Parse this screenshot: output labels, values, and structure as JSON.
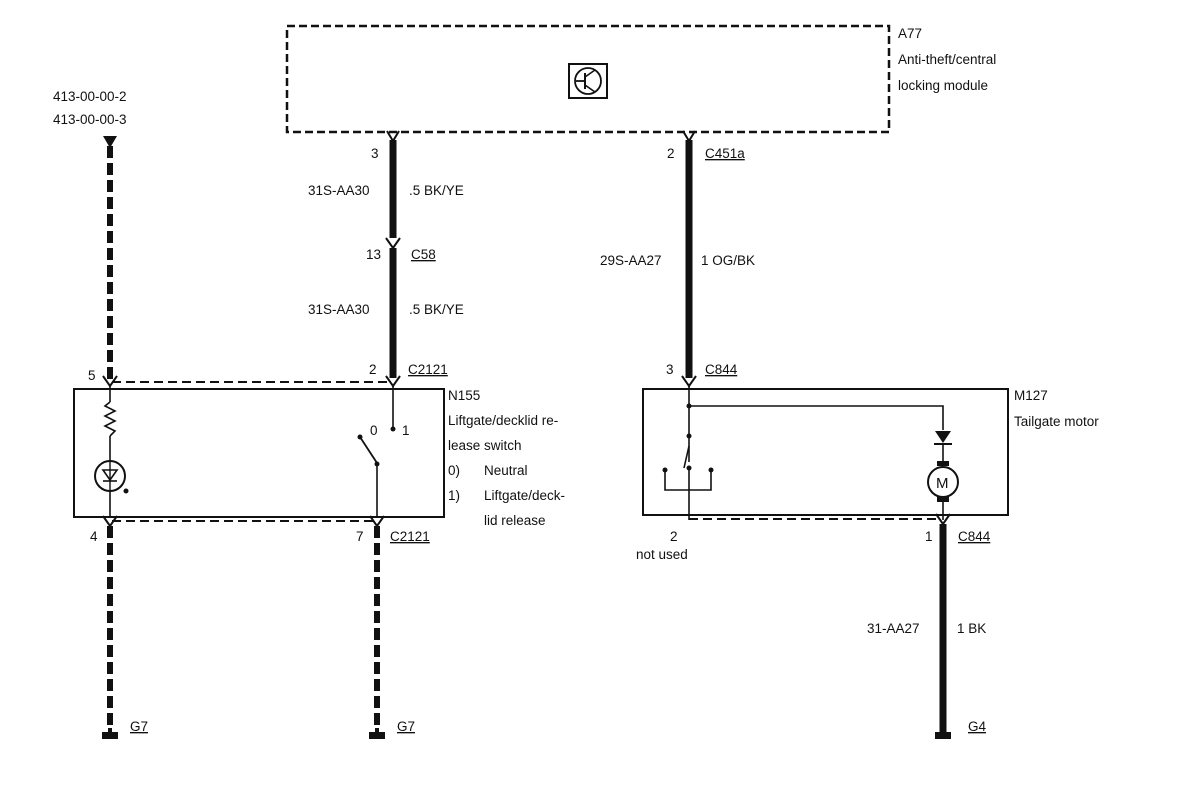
{
  "module": {
    "id": "A77",
    "name_line1": "Anti-theft/central",
    "name_line2": "locking module",
    "symbol_icon": "transistor-icon",
    "pin_left": "3",
    "pin_right": "2",
    "connector_right": "C451a"
  },
  "ref_lines": {
    "line1": "413-00-00-2",
    "line2": "413-00-00-3"
  },
  "wire_a": {
    "circuit_upper": "31S-AA30",
    "color_upper": ".5 BK/YE",
    "connector_pin": "13",
    "connector": "C58",
    "circuit_lower": "31S-AA30",
    "color_lower": ".5 BK/YE"
  },
  "wire_b": {
    "circuit": "29S-AA27",
    "color": "1 OG/BK"
  },
  "switch": {
    "id": "N155",
    "name_line1": "Liftgate/decklid re-",
    "name_line2": "lease switch",
    "pos0_num": "0)",
    "pos0_label": "Neutral",
    "pos1_num": "1)",
    "pos1_label_line1": "Liftgate/deck-",
    "pos1_label_line2": "lid release",
    "contact_0": "0",
    "contact_1": "1",
    "pin_top_left": "5",
    "pin_top_right": "2",
    "connector_top": "C2121",
    "pin_bottom_left": "4",
    "pin_bottom_right": "7",
    "connector_bottom": "C2121"
  },
  "motor": {
    "id": "M127",
    "name": "Tailgate motor",
    "pin_top": "3",
    "connector_top": "C844",
    "pin_bottom_left": "2",
    "not_used": "not used",
    "pin_bottom_right": "1",
    "connector_bottom": "C844",
    "motor_letter": "M"
  },
  "ground_wire": {
    "circuit": "31-AA27",
    "color": "1 BK"
  },
  "grounds": {
    "left": "G7",
    "middle": "G7",
    "right": "G4"
  }
}
